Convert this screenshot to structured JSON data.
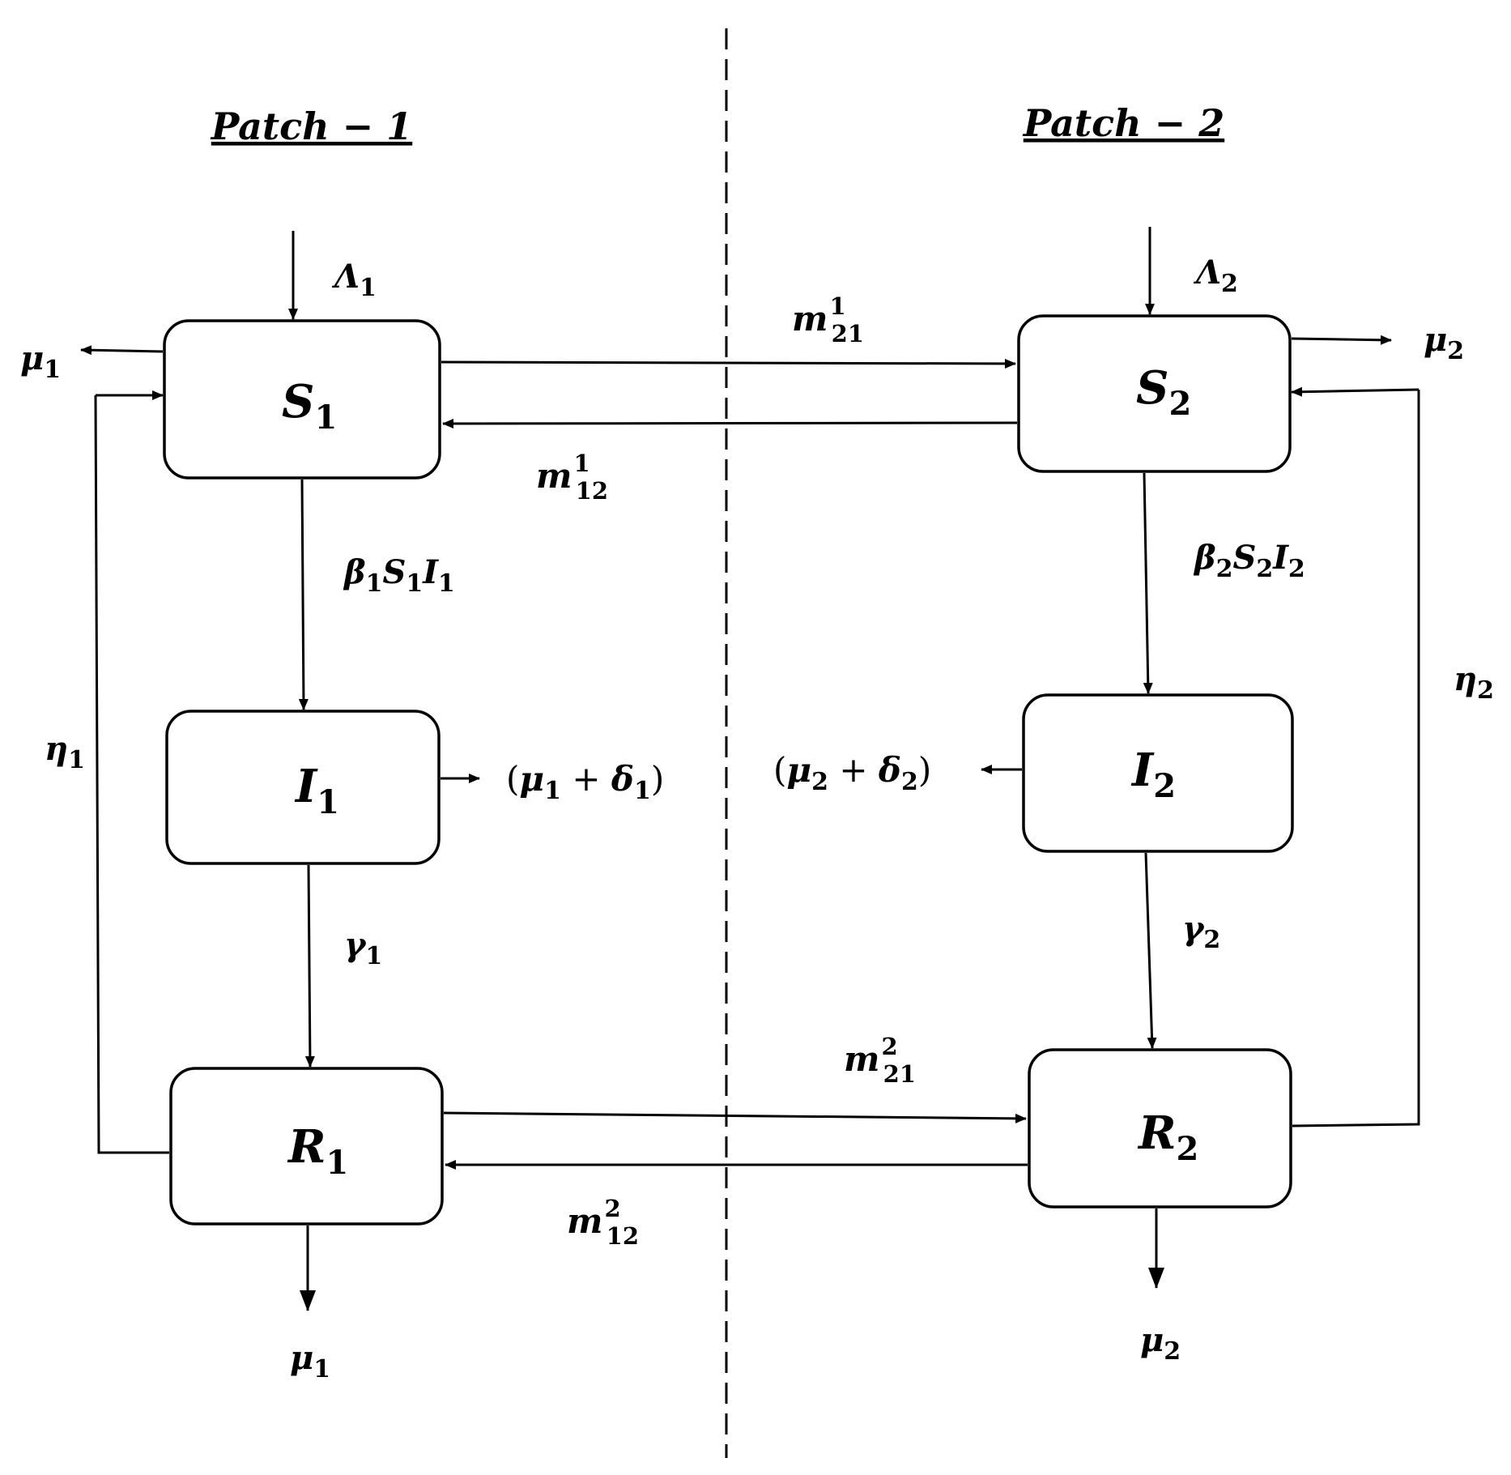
{
  "headings": {
    "patch1": "Patch − 1",
    "patch2": "Patch − 2"
  },
  "compartments": {
    "S1": {
      "symbol": "S",
      "sub": "1"
    },
    "I1": {
      "symbol": "I",
      "sub": "1"
    },
    "R1": {
      "symbol": "R",
      "sub": "1"
    },
    "S2": {
      "symbol": "S",
      "sub": "2"
    },
    "I2": {
      "symbol": "I",
      "sub": "2"
    },
    "R2": {
      "symbol": "R",
      "sub": "2"
    }
  },
  "rates": {
    "lambda1": {
      "symbol": "Λ",
      "sub": "1"
    },
    "lambda2": {
      "symbol": "Λ",
      "sub": "2"
    },
    "mu1_s": {
      "symbol": "μ",
      "sub": "1"
    },
    "mu2_s": {
      "symbol": "μ",
      "sub": "2"
    },
    "mu1_r": {
      "symbol": "μ",
      "sub": "1"
    },
    "mu2_r": {
      "symbol": "μ",
      "sub": "2"
    },
    "eta1": {
      "symbol": "η",
      "sub": "1"
    },
    "eta2": {
      "symbol": "η",
      "sub": "2"
    },
    "gamma1": {
      "symbol": "γ",
      "sub": "1"
    },
    "gamma2": {
      "symbol": "γ",
      "sub": "2"
    },
    "infection1": {
      "beta": "β",
      "s": "S",
      "i": "I",
      "sub": "1"
    },
    "infection2": {
      "beta": "β",
      "s": "S",
      "i": "I",
      "sub": "2"
    },
    "death1": {
      "open": "(",
      "mu": "μ",
      "plus": " + ",
      "delta": "δ",
      "sub": "1",
      "close": ")"
    },
    "death2": {
      "open": "(",
      "mu": "μ",
      "plus": " + ",
      "delta": "δ",
      "sub": "2",
      "close": ")"
    },
    "m21_1": {
      "symbol": "m",
      "sup": "1",
      "sub": "21"
    },
    "m12_1": {
      "symbol": "m",
      "sup": "1",
      "sub": "12"
    },
    "m21_2": {
      "symbol": "m",
      "sup": "2",
      "sub": "21"
    },
    "m12_2": {
      "symbol": "m",
      "sup": "2",
      "sub": "12"
    }
  }
}
